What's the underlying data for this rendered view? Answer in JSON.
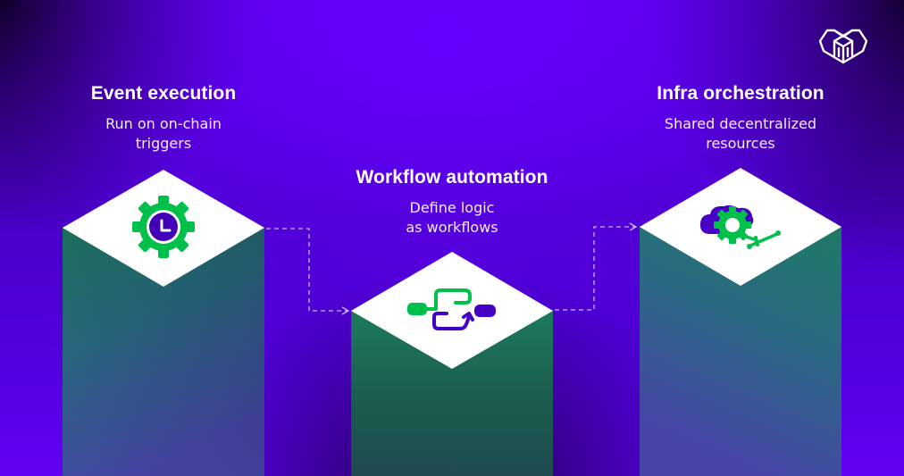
{
  "logo": {
    "icon": "heart-cube-logo-icon"
  },
  "colors": {
    "background_accent": "#6600ff",
    "background_dark": "#120028",
    "tile_top": "#ffffff",
    "pillar_top": "#1e7a62",
    "pillar_bottom_side": "#3f45a0",
    "icon_green": "#00c04b",
    "icon_purple": "#4000c0",
    "connector": "#c9b8ff"
  },
  "steps": [
    {
      "title": "Event execution",
      "description_line1": "Run on on-chain",
      "description_line2": "triggers",
      "icon": "gear-clock-icon"
    },
    {
      "title": "Workflow automation",
      "description_line1": "Define logic",
      "description_line2": "as workflows",
      "icon": "workflow-flow-icon"
    },
    {
      "title": "Infra orchestration",
      "description_line1": "Shared decentralized",
      "description_line2": "resources",
      "icon": "cloud-gear-network-icon"
    }
  ],
  "connectors": [
    {
      "from": "Event execution",
      "to": "Workflow automation",
      "style": "dashed-arrow"
    },
    {
      "from": "Workflow automation",
      "to": "Infra orchestration",
      "style": "dashed-arrow"
    }
  ]
}
